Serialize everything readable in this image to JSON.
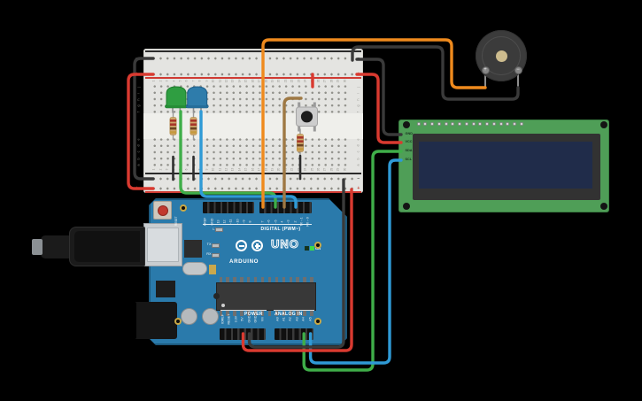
{
  "breadboard": {
    "column_numbers": [
      1,
      2,
      3,
      4,
      5,
      6,
      7,
      8,
      9,
      10,
      11,
      12,
      13,
      14,
      15,
      16,
      17,
      18,
      19,
      20,
      21,
      22,
      23,
      24,
      25,
      26,
      27,
      28,
      29,
      30
    ],
    "row_letters_top": [
      "j",
      "i",
      "h",
      "g",
      "f"
    ],
    "row_letters_bottom": [
      "e",
      "d",
      "c",
      "b",
      "a"
    ],
    "plus": "+",
    "minus": "−"
  },
  "arduino": {
    "uno_label": "UNO",
    "brand": "ARDUINO",
    "digital_label": "DIGITAL (PWM~)",
    "power_label": "POWER",
    "analog_label": "ANALOG IN",
    "on_label": "ON",
    "reset_label": "RESET",
    "indicator_labels": [
      "L",
      "TX",
      "RX"
    ],
    "digital_pins": [
      "AREF",
      "GND",
      "13",
      "12",
      "~11",
      "~10",
      "~9",
      "8",
      "7",
      "~6",
      "~5",
      "4",
      "~3",
      "2",
      "TX→1",
      "RX←0"
    ],
    "power_pins": [
      "IOREF",
      "RESET",
      "3.3V",
      "5V",
      "GND",
      "GND",
      "Vin"
    ],
    "analog_pins": [
      "A0",
      "A1",
      "A2",
      "A3",
      "A4",
      "A5"
    ]
  },
  "lcd": {
    "pins": [
      "GND",
      "VCC",
      "SDA",
      "SCL"
    ]
  },
  "buzzer": {
    "plus": "+",
    "minus": "−"
  },
  "colors": {
    "wire_orange": "#ef8a1d",
    "wire_red": "#d93a30",
    "wire_black": "#3a3a3a",
    "wire_green": "#3fae49",
    "wire_blue": "#2f9ad6",
    "wire_brown": "#9e7843",
    "jumper_black": "#2e2e2e",
    "led_green": "#2f9e41",
    "led_green_edge": "#1d7c2c",
    "led_blue": "#2e7cab",
    "led_blue_edge": "#1f5f8a",
    "resistor_body": "#cfa76b",
    "resistor_bands": [
      "#a63529",
      "#a63529",
      "#6b4423",
      "#c59a3f"
    ],
    "arduino_blue": "#2a7aab",
    "lcd_green": "#4f9e57",
    "lcd_screen": "#202c4a",
    "buzzer_body": "#3b3b3b",
    "breadboard_body": "#e4e4e1",
    "rail_red": "#cf3b33",
    "rail_black": "#2b2b2b"
  }
}
